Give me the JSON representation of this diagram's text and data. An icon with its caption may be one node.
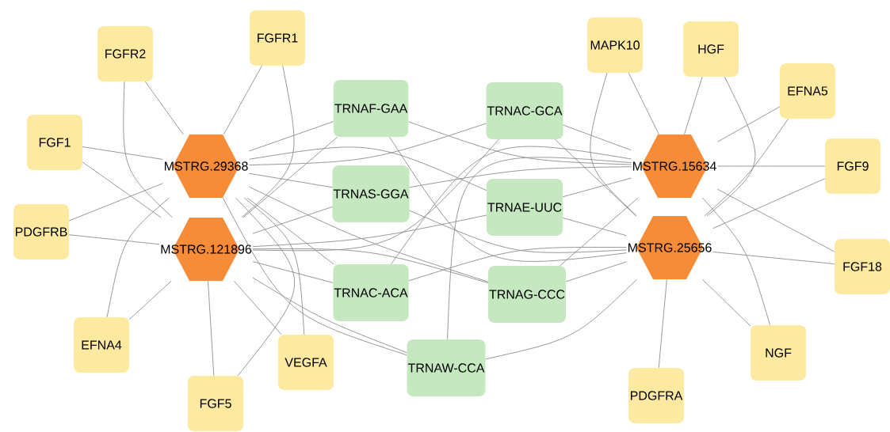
{
  "diagram": {
    "nodes": [
      {
        "text": [
          "FGFR2"
        ]
      },
      {
        "text": [
          "FGFR1"
        ]
      },
      {
        "text": [
          "MAPK10"
        ]
      },
      {
        "text": [
          "HGF"
        ]
      },
      {
        "text": [
          "EFNA5"
        ]
      },
      {
        "text": [
          "TRNAF-GAA"
        ]
      },
      {
        "text": [
          "TRNAC-GCA"
        ]
      },
      {
        "text": [
          "FGF1"
        ]
      },
      {
        "text": [
          "MSTRG.29368"
        ]
      },
      {
        "text": [
          "MSTRG.15634"
        ]
      },
      {
        "text": [
          "FGF9"
        ]
      },
      {
        "text": [
          "TRNAS-GGA"
        ]
      },
      {
        "text": [
          "TRNAE-UUC"
        ]
      },
      {
        "text": [
          "PDGFRB"
        ]
      },
      {
        "text": [
          "MSTRG.121896"
        ]
      },
      {
        "text": [
          "MSTRG.25656"
        ]
      },
      {
        "text": [
          "FGF18"
        ]
      },
      {
        "text": [
          "TRNAC-ACA"
        ]
      },
      {
        "text": [
          "TRNAG-CCC"
        ]
      },
      {
        "text": [
          "EFNA4"
        ]
      },
      {
        "text": [
          "VEGFA"
        ]
      },
      {
        "text": [
          "NGF"
        ]
      },
      {
        "text": [
          "TRNAW-CCA"
        ]
      },
      {
        "text": [
          "PDGFRA"
        ]
      },
      {
        "text": [
          "FGF5"
        ]
      }
    ],
    "edges": [
      {
        "from": 0,
        "to": 8,
        "arrow": "none"
      },
      {
        "from": 0,
        "to": 14,
        "arrow": "none"
      },
      {
        "from": 1,
        "to": 8,
        "arrow": "none"
      },
      {
        "from": 1,
        "to": 14,
        "arrow": "none"
      },
      {
        "from": 7,
        "to": 8,
        "arrow": "none"
      },
      {
        "from": 7,
        "to": 14,
        "arrow": "none"
      },
      {
        "from": 13,
        "to": 8,
        "arrow": "none"
      },
      {
        "from": 13,
        "to": 14,
        "arrow": "none"
      },
      {
        "from": 19,
        "to": 8,
        "arrow": "none"
      },
      {
        "from": 19,
        "to": 14,
        "arrow": "none"
      },
      {
        "from": 24,
        "to": 8,
        "arrow": "none"
      },
      {
        "from": 24,
        "to": 14,
        "arrow": "none"
      },
      {
        "from": 20,
        "to": 8,
        "arrow": "none"
      },
      {
        "from": 20,
        "to": 14,
        "arrow": "none"
      },
      {
        "from": 2,
        "to": 9,
        "arrow": "none"
      },
      {
        "from": 2,
        "to": 15,
        "arrow": "none"
      },
      {
        "from": 3,
        "to": 9,
        "arrow": "none"
      },
      {
        "from": 3,
        "to": 15,
        "arrow": "none"
      },
      {
        "from": 4,
        "to": 9,
        "arrow": "none"
      },
      {
        "from": 4,
        "to": 15,
        "arrow": "none"
      },
      {
        "from": 10,
        "to": 9,
        "arrow": "none"
      },
      {
        "from": 10,
        "to": 15,
        "arrow": "none"
      },
      {
        "from": 16,
        "to": 9,
        "arrow": "none"
      },
      {
        "from": 16,
        "to": 15,
        "arrow": "none"
      },
      {
        "from": 21,
        "to": 9,
        "arrow": "none"
      },
      {
        "from": 21,
        "to": 15,
        "arrow": "none"
      },
      {
        "from": 23,
        "to": 15,
        "arrow": "none"
      },
      {
        "from": 8,
        "to": 5,
        "arrow": "none"
      },
      {
        "from": 8,
        "to": 6,
        "arrow": "none"
      },
      {
        "from": 8,
        "to": 11,
        "arrow": "none"
      },
      {
        "from": 8,
        "to": 12,
        "arrow": "none"
      },
      {
        "from": 8,
        "to": 17,
        "arrow": "none"
      },
      {
        "from": 8,
        "to": 18,
        "arrow": "none"
      },
      {
        "from": 8,
        "to": 22,
        "arrow": "none"
      },
      {
        "from": 14,
        "to": 5,
        "arrow": "none"
      },
      {
        "from": 14,
        "to": 6,
        "arrow": "none"
      },
      {
        "from": 14,
        "to": 11,
        "arrow": "none"
      },
      {
        "from": 14,
        "to": 12,
        "arrow": "none"
      },
      {
        "from": 14,
        "to": 17,
        "arrow": "none"
      },
      {
        "from": 14,
        "to": 18,
        "arrow": "none"
      },
      {
        "from": 14,
        "to": 22,
        "arrow": "none"
      },
      {
        "from": 9,
        "to": 5,
        "arrow": "none"
      },
      {
        "from": 9,
        "to": 6,
        "arrow": "none"
      },
      {
        "from": 9,
        "to": 11,
        "arrow": "none"
      },
      {
        "from": 9,
        "to": 12,
        "arrow": "none"
      },
      {
        "from": 9,
        "to": 17,
        "arrow": "none"
      },
      {
        "from": 9,
        "to": 18,
        "arrow": "none"
      },
      {
        "from": 9,
        "to": 22,
        "arrow": "none"
      },
      {
        "from": 15,
        "to": 5,
        "arrow": "none"
      },
      {
        "from": 15,
        "to": 6,
        "arrow": "none"
      },
      {
        "from": 15,
        "to": 11,
        "arrow": "none"
      },
      {
        "from": 15,
        "to": 12,
        "arrow": "none"
      },
      {
        "from": 15,
        "to": 17,
        "arrow": "none"
      },
      {
        "from": 15,
        "to": 18,
        "arrow": "none"
      },
      {
        "from": 15,
        "to": 22,
        "arrow": "none"
      }
    ]
  }
}
